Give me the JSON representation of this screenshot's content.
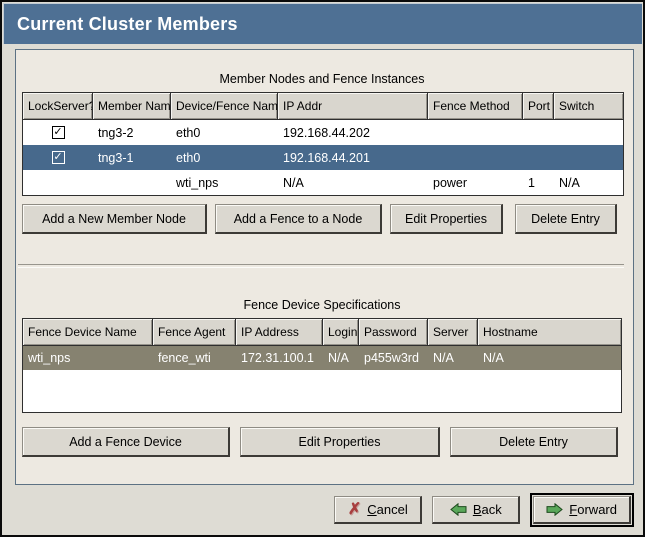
{
  "window": {
    "title": "Current Cluster Members"
  },
  "members": {
    "caption": "Member Nodes and Fence Instances",
    "columns": [
      "LockServer?",
      "Member Name",
      "Device/Fence Name",
      "IP Addr",
      "Fence Method",
      "Port",
      "Switch"
    ],
    "rows": [
      {
        "selected": false,
        "lockserver_checked": true,
        "member_name": "tng3-2",
        "device_fence_name": "eth0",
        "ip_addr": "192.168.44.202",
        "fence_method": "",
        "port": "",
        "switch": ""
      },
      {
        "selected": true,
        "lockserver_checked": true,
        "member_name": "tng3-1",
        "device_fence_name": "eth0",
        "ip_addr": "192.168.44.201",
        "fence_method": "",
        "port": "",
        "switch": ""
      },
      {
        "selected": false,
        "lockserver_checked": false,
        "member_name": "",
        "device_fence_name": "wti_nps",
        "ip_addr": "N/A",
        "fence_method": "power",
        "port": "1",
        "switch": "N/A"
      }
    ],
    "buttons": [
      "Add a New Member Node",
      "Add a Fence to a Node",
      "Edit Properties",
      "Delete Entry"
    ]
  },
  "fence_devices": {
    "caption": "Fence Device Specifications",
    "columns": [
      "Fence Device Name",
      "Fence Agent",
      "IP Address",
      "Login",
      "Password",
      "Server",
      "Hostname"
    ],
    "rows": [
      {
        "selected": true,
        "fence_device_name": "wti_nps",
        "fence_agent": "fence_wti",
        "ip_address": "172.31.100.1",
        "login": "N/A",
        "password": "p455w3rd",
        "server": "N/A",
        "hostname": "N/A"
      }
    ],
    "buttons": [
      "Add a Fence Device",
      "Edit Properties",
      "Delete Entry"
    ]
  },
  "footer": {
    "cancel": {
      "mnemonic": "C",
      "rest": "ancel"
    },
    "back": {
      "mnemonic": "B",
      "rest": "ack"
    },
    "forward": {
      "mnemonic": "F",
      "rest": "orward"
    }
  },
  "icons": {
    "checkmark": "✓",
    "cancel_x": "✗"
  },
  "colors": {
    "banner_bg": "#4e7094",
    "selected_row_blue": "#47698c",
    "selected_row_gray": "#868270",
    "panel_bg": "#ede9e1",
    "shell_bg": "#dedcd4",
    "header_cell_bg": "#d9d6ce",
    "button_bg": "#dbd8d0",
    "cancel_icon_red": "#a83f3f",
    "arrow_icon_green": "#5aa85a"
  }
}
